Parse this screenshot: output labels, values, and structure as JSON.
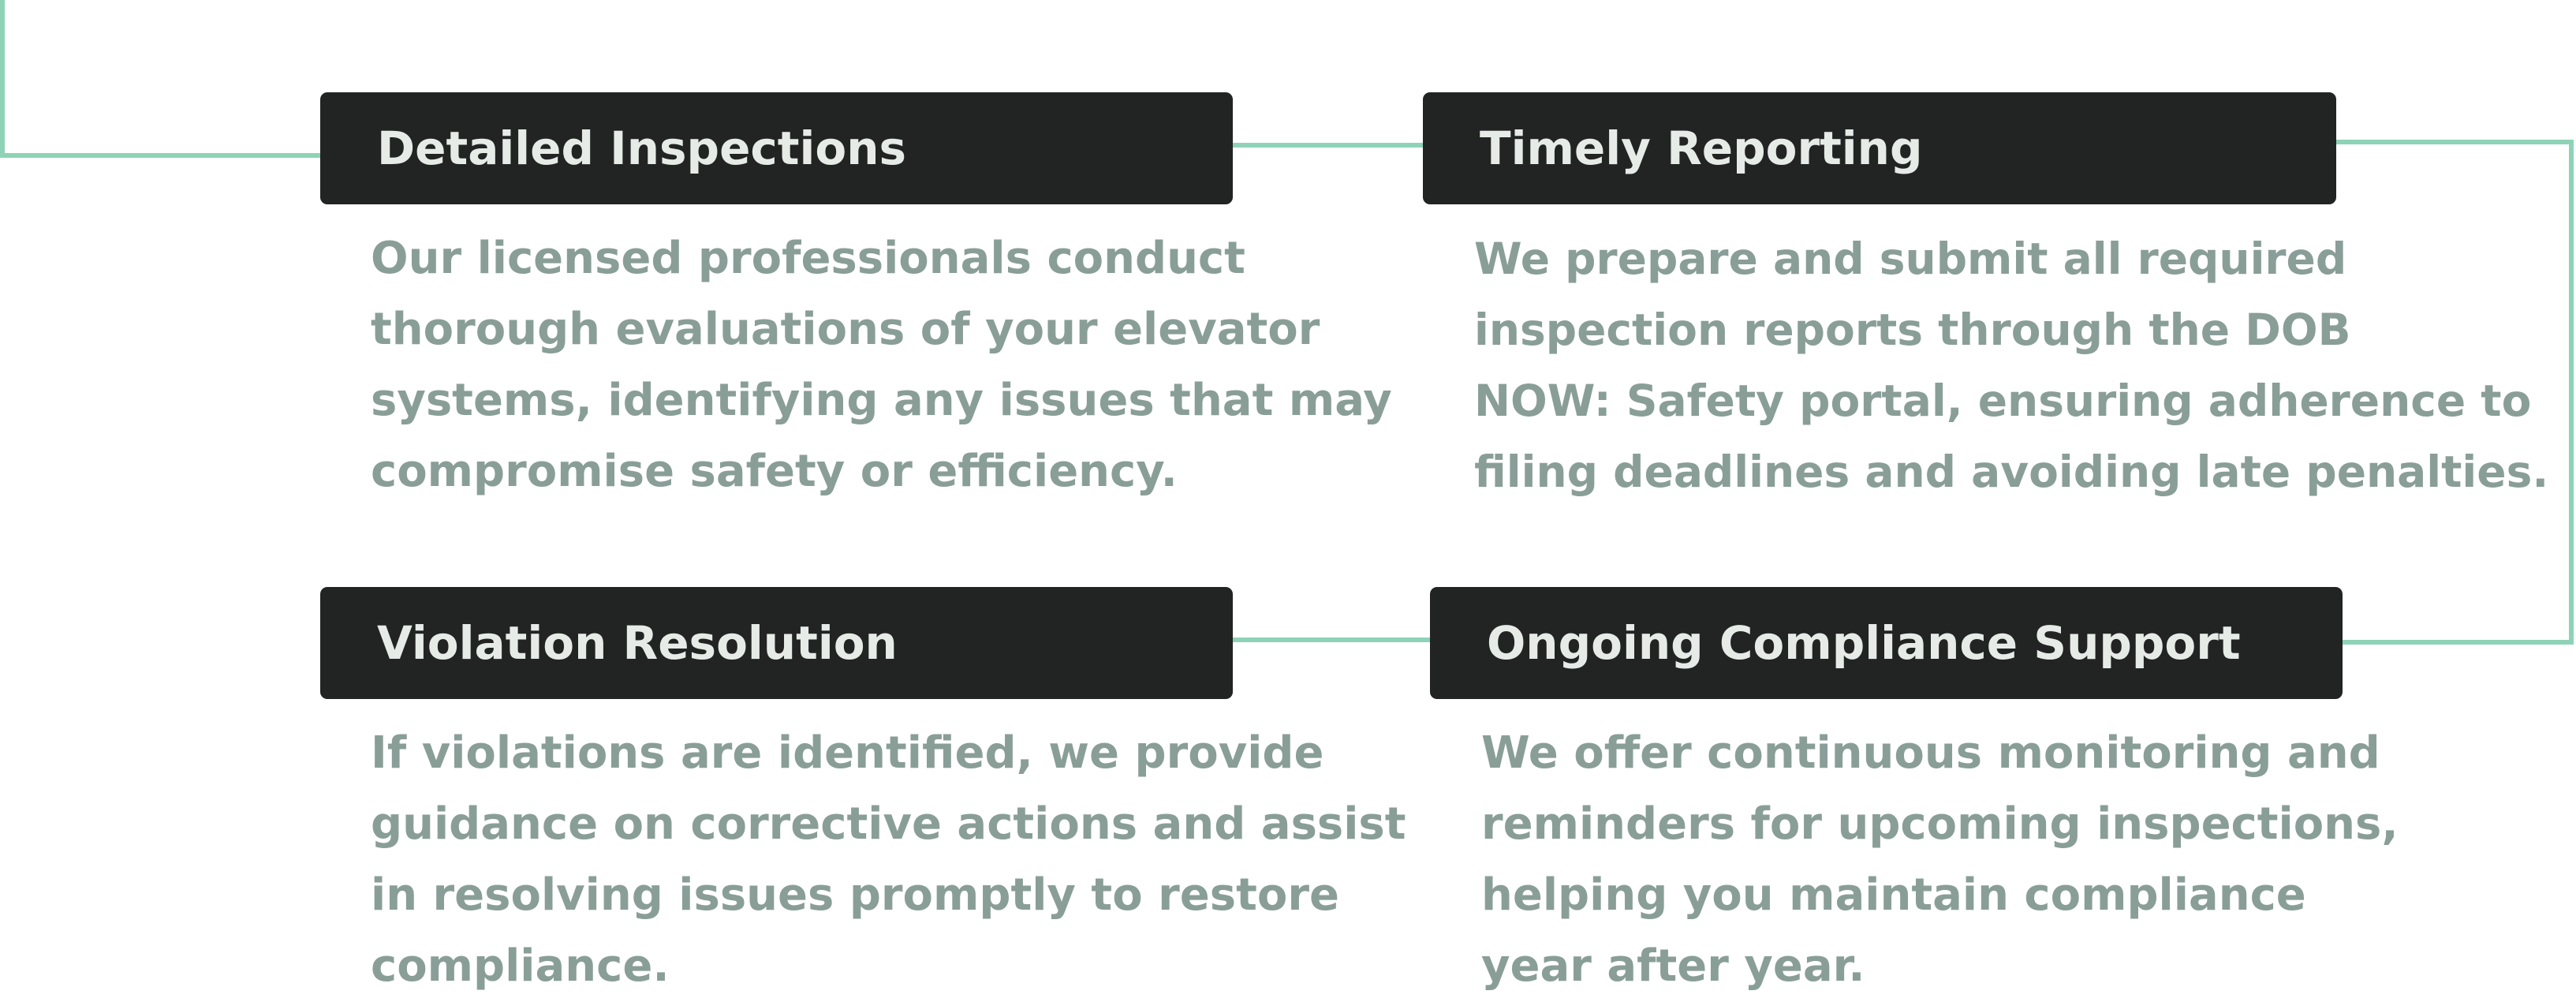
{
  "colors": {
    "connector": "#8ed3b7",
    "header_background": "#212423",
    "header_text": "#e6ebe8",
    "description_text": "#8a9e98"
  },
  "steps": [
    {
      "title": "Detailed Inspections",
      "description_lines": [
        "Our licensed professionals conduct",
        "thorough evaluations of your elevator",
        "systems, identifying any issues that may",
        "compromise safety or efficiency."
      ]
    },
    {
      "title": "Timely Reporting",
      "description_lines": [
        "We prepare and submit all required",
        "inspection reports through the DOB",
        "NOW: Safety portal, ensuring adherence to",
        "filing deadlines and avoiding late penalties."
      ]
    },
    {
      "title": "Violation Resolution",
      "description_lines": [
        "If violations are identified, we provide",
        "guidance on corrective actions and assist",
        "in resolving issues promptly to restore",
        "compliance."
      ]
    },
    {
      "title": "Ongoing Compliance Support",
      "description_lines": [
        "We offer continuous monitoring and",
        "reminders for upcoming inspections,",
        "helping you maintain compliance",
        "year after year."
      ]
    }
  ]
}
